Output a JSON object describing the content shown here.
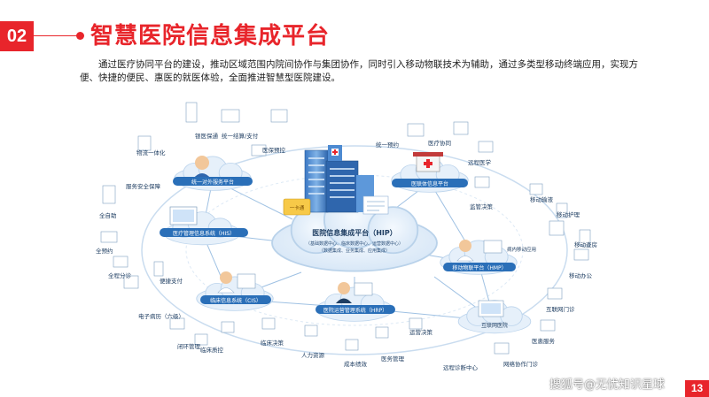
{
  "header": {
    "section_number": "02",
    "title": "智慧医院信息集成平台",
    "intro": "通过医疗协同平台的建设，推动区域范围内院间协作与集团协作，同时引入移动物联技术为辅助，通过多类型移动终端应用，实现方便、快捷的便民、惠医的就医体验，全面推进智慧型医院建设。"
  },
  "diagram": {
    "center": {
      "name": "医院信息集成平台（HIP）",
      "card_label": "一卡通",
      "sub": [
        "（基础数据中心、临床数据中心、运营数据中心）",
        "（数据集成、业务集成、应用集成）"
      ]
    },
    "platforms": {
      "service": "统一对外服务平台",
      "hospital": "医联体信息平台",
      "his": "医疗管理信息系统（HIS）",
      "hmp": "移动物联平台（HMP）",
      "cis": "临床信息系统（CIS）",
      "hrp": "医院运营管理系统（HRP）",
      "internet": "互联网医院"
    },
    "labels": {
      "yinyi": "银医保通",
      "jiesuan": "统一结算/支付",
      "wuliu": "物流一体化",
      "yibao": "医保预控",
      "fuwu": "服务安全保障",
      "tongyi_yuyue": "统一预约",
      "yiliao_xietong": "医疗协同",
      "yuancheng_yixue": "远程医学",
      "jianguan": "监管决策",
      "zizhu": "全自助",
      "quan_yuyue": "全预约",
      "fenzhen": "全程分诊",
      "zhifu": "便捷支付",
      "yidong_shuye": "移动输液",
      "yidong_huli": "移动护理",
      "yidong_chafang": "移动查房",
      "yidong_bangong": "移动办公",
      "bingnei": "病内移动应用",
      "hulianwang_menzhen": "互联网门诊",
      "yihuan": "医患服务",
      "xiezuo_menzhen": "网络协作门诊",
      "yuancheng_zhongxin": "远程诊断中心",
      "dianzi_bingli": "电子病历（六级）",
      "bihuan": "闭环管理",
      "linchuang_zhikong": "临床质控",
      "linchuang_juece": "临床决策",
      "renli": "人力资源",
      "chengben": "成本绩效",
      "yiwu": "医务管理",
      "yunying": "运营决策"
    }
  },
  "footer": {
    "watermark": "搜狐号@无忧知识星球",
    "page": "13"
  },
  "colors": {
    "accent": "#e8252b",
    "cloud": "#e2eef9",
    "cloud_border": "#b9d2ea",
    "platform": "#2a6fb8",
    "text_dark": "#1f3e62"
  }
}
